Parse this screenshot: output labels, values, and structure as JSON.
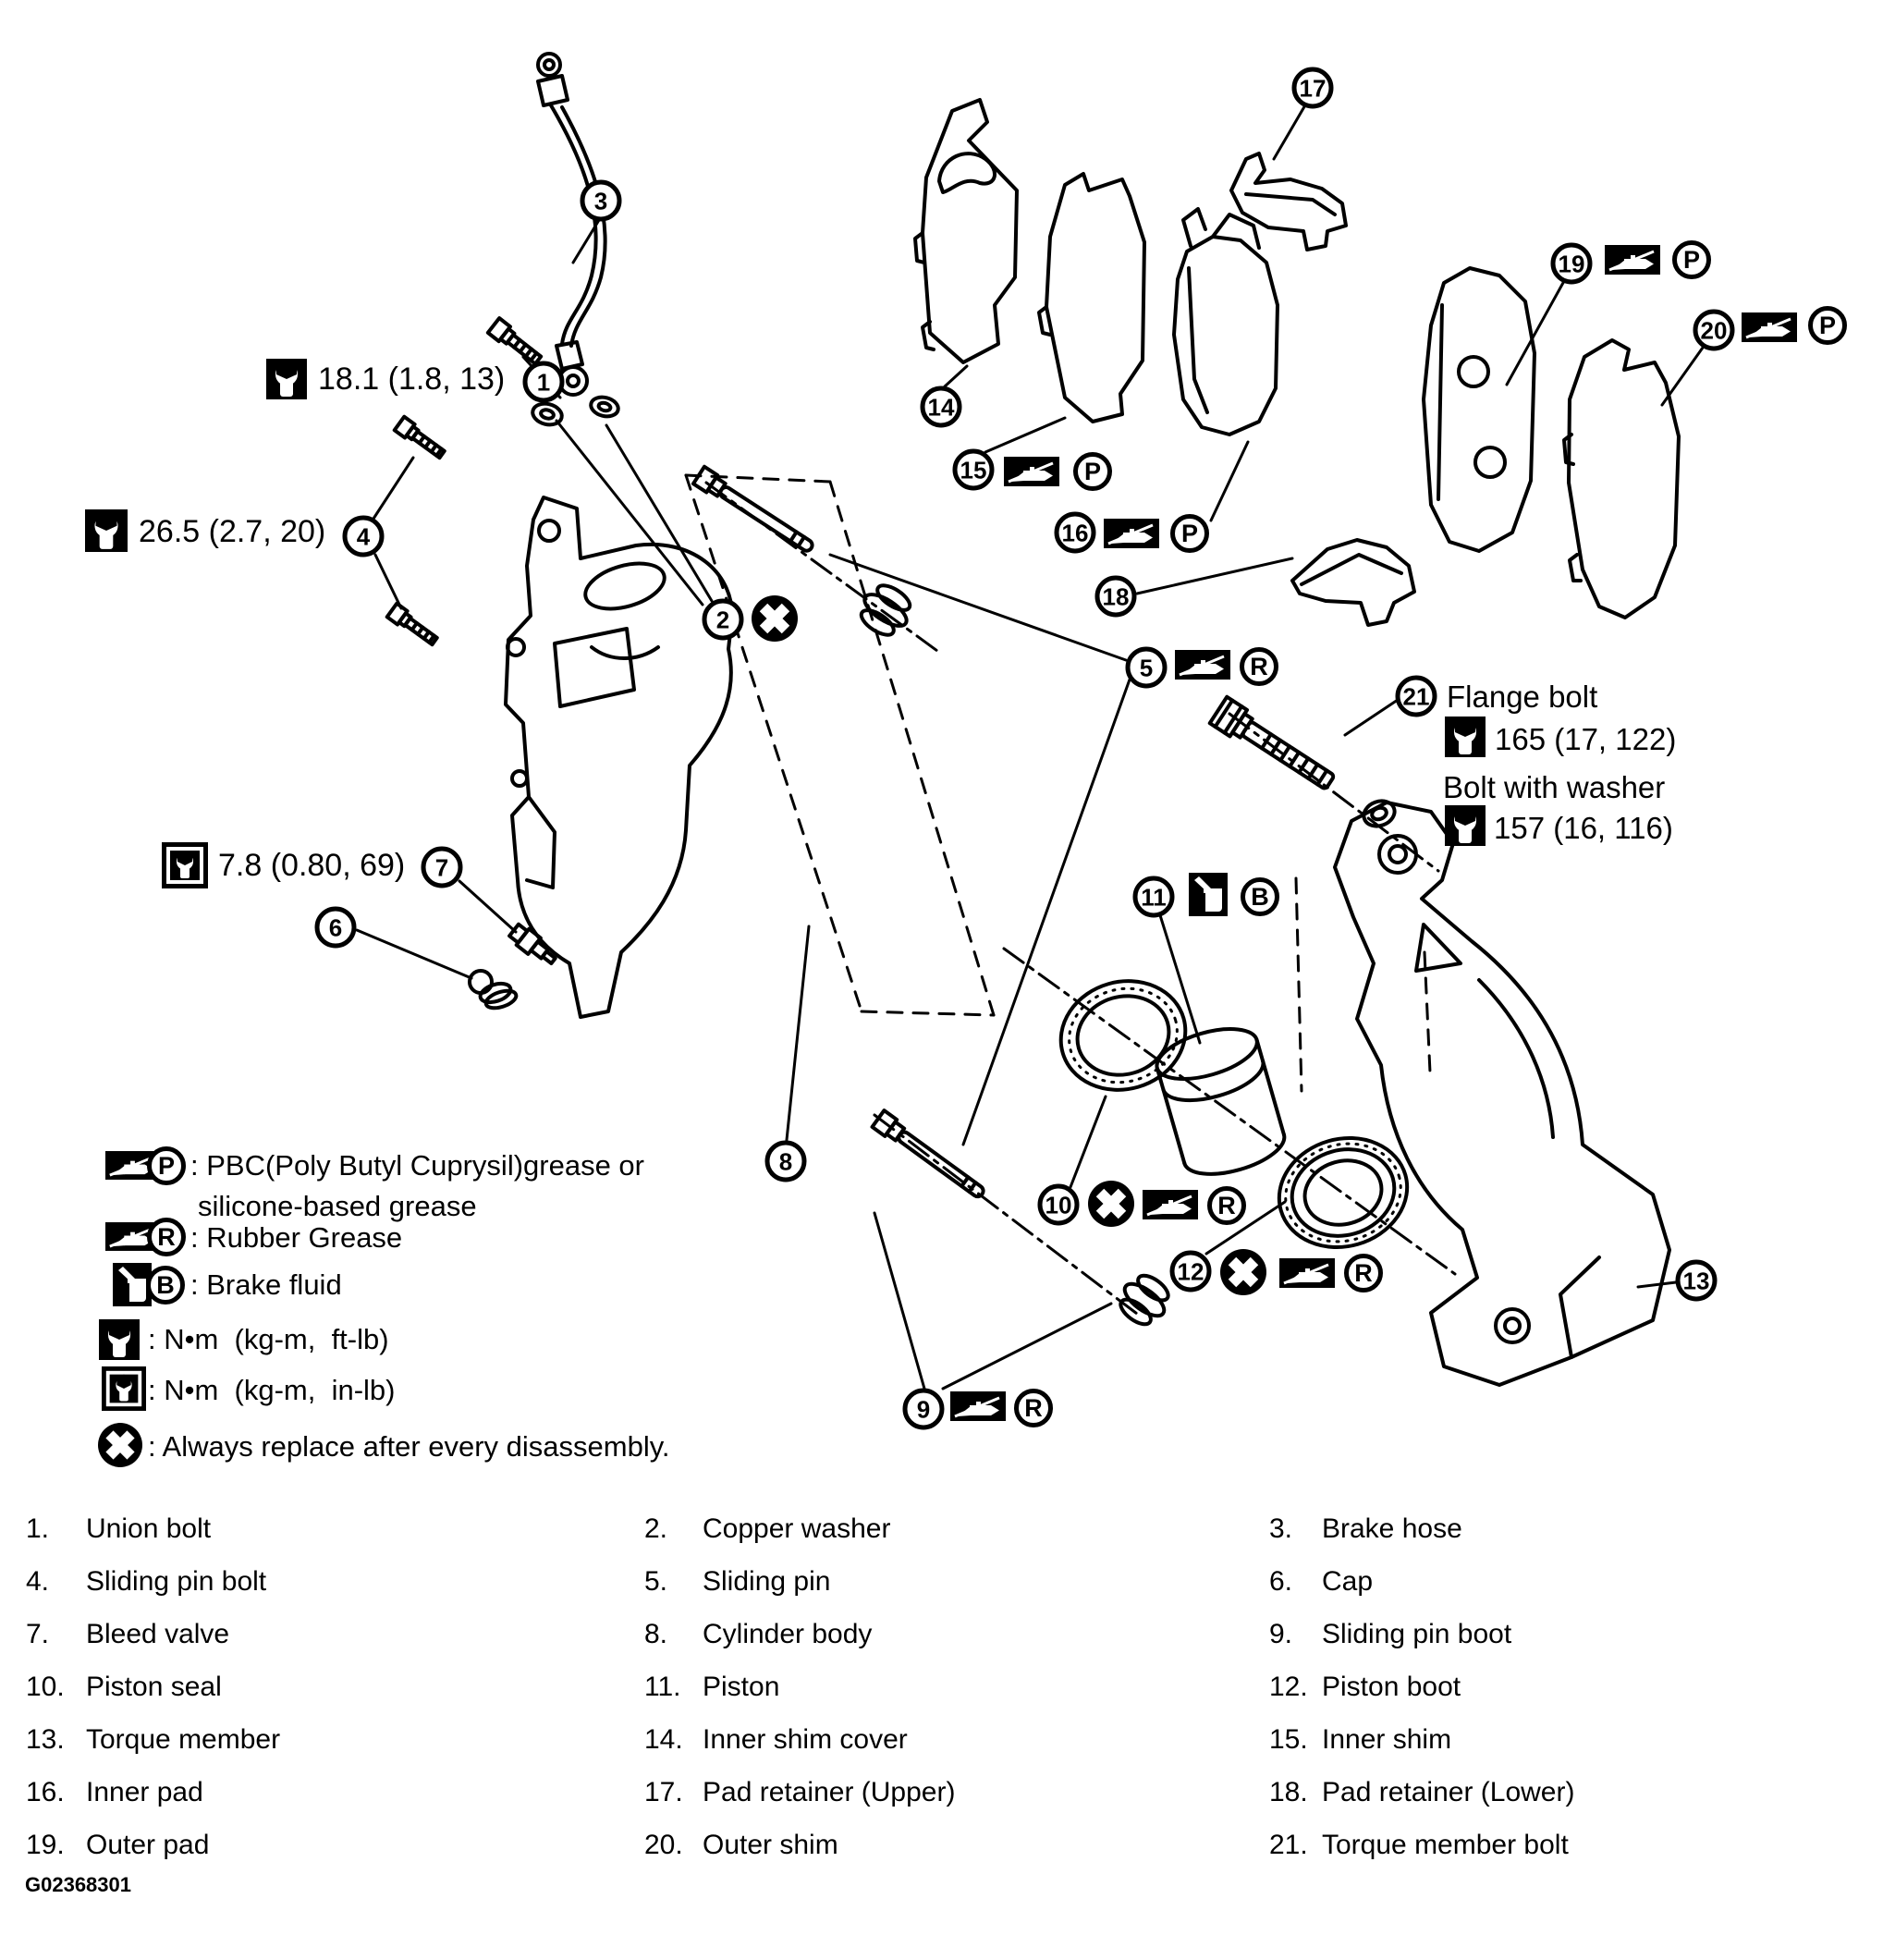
{
  "figure": {
    "id": "G02368301"
  },
  "colors": {
    "ink": "#000000",
    "paper": "#ffffff"
  },
  "icons": {
    "wrench_ftlb": "wrench-in-black-square (torque N•m ft-lb)",
    "wrench_inlb": "wrench-in-boxed-square (torque N•m in-lb)",
    "grease": "grease-gun-black-rectangle",
    "brake_fluid": "oil-can-black-square",
    "replace": "x-in-black-circle"
  },
  "callouts": {
    "c1": "1",
    "c2": "2",
    "c3": "3",
    "c4": "4",
    "c5": "5",
    "c6": "6",
    "c7": "7",
    "c8": "8",
    "c9": "9",
    "c10": "10",
    "c11": "11",
    "c12": "12",
    "c13": "13",
    "c14": "14",
    "c15": "15",
    "c16": "16",
    "c17": "17",
    "c18": "18",
    "c19": "19",
    "c20": "20",
    "c21": "21"
  },
  "badges": {
    "P": "P",
    "R": "R",
    "B": "B"
  },
  "torque_notes": [
    {
      "part": "1",
      "icon": "wrench_ftlb",
      "value": "18.1 (1.8, 13)"
    },
    {
      "part": "4",
      "icon": "wrench_ftlb",
      "value": "26.5 (2.7, 20)"
    },
    {
      "part": "7",
      "icon": "wrench_inlb",
      "value": "7.8 (0.80, 69)"
    }
  ],
  "flange_note": {
    "part": "21",
    "title": "Flange bolt",
    "torque1": "165 (17, 122)",
    "subtitle": "Bolt with washer",
    "torque2": "157 (16, 116)"
  },
  "legend": {
    "rows": [
      {
        "icon": "grease",
        "badge": "P",
        "text": ": PBC(Poly Butyl Cuprysil)grease or",
        "text2": "silicone-based grease"
      },
      {
        "icon": "grease",
        "badge": "R",
        "text": ": Rubber Grease"
      },
      {
        "icon": "brake_fluid",
        "badge": "B",
        "text": ": Brake fluid"
      },
      {
        "icon": "wrench_ftlb",
        "text": ": N•m  (kg-m,  ft-lb)"
      },
      {
        "icon": "wrench_inlb",
        "text": ": N•m  (kg-m,  in-lb)"
      },
      {
        "icon": "replace",
        "text": ": Always replace after every disassembly."
      }
    ]
  },
  "parts": [
    {
      "num": "1.",
      "name": "Union bolt"
    },
    {
      "num": "2.",
      "name": "Copper washer"
    },
    {
      "num": "3.",
      "name": "Brake hose"
    },
    {
      "num": "4.",
      "name": "Sliding pin bolt"
    },
    {
      "num": "5.",
      "name": "Sliding pin"
    },
    {
      "num": "6.",
      "name": "Cap"
    },
    {
      "num": "7.",
      "name": "Bleed valve"
    },
    {
      "num": "8.",
      "name": "Cylinder body"
    },
    {
      "num": "9.",
      "name": "Sliding pin boot"
    },
    {
      "num": "10.",
      "name": "Piston seal"
    },
    {
      "num": "11.",
      "name": "Piston"
    },
    {
      "num": "12.",
      "name": "Piston boot"
    },
    {
      "num": "13.",
      "name": "Torque member"
    },
    {
      "num": "14.",
      "name": "Inner shim cover"
    },
    {
      "num": "15.",
      "name": "Inner shim"
    },
    {
      "num": "16.",
      "name": "Inner pad"
    },
    {
      "num": "17.",
      "name": "Pad retainer (Upper)"
    },
    {
      "num": "18.",
      "name": "Pad retainer (Lower)"
    },
    {
      "num": "19.",
      "name": "Outer pad"
    },
    {
      "num": "20.",
      "name": "Outer shim"
    },
    {
      "num": "21.",
      "name": "Torque member bolt"
    }
  ]
}
